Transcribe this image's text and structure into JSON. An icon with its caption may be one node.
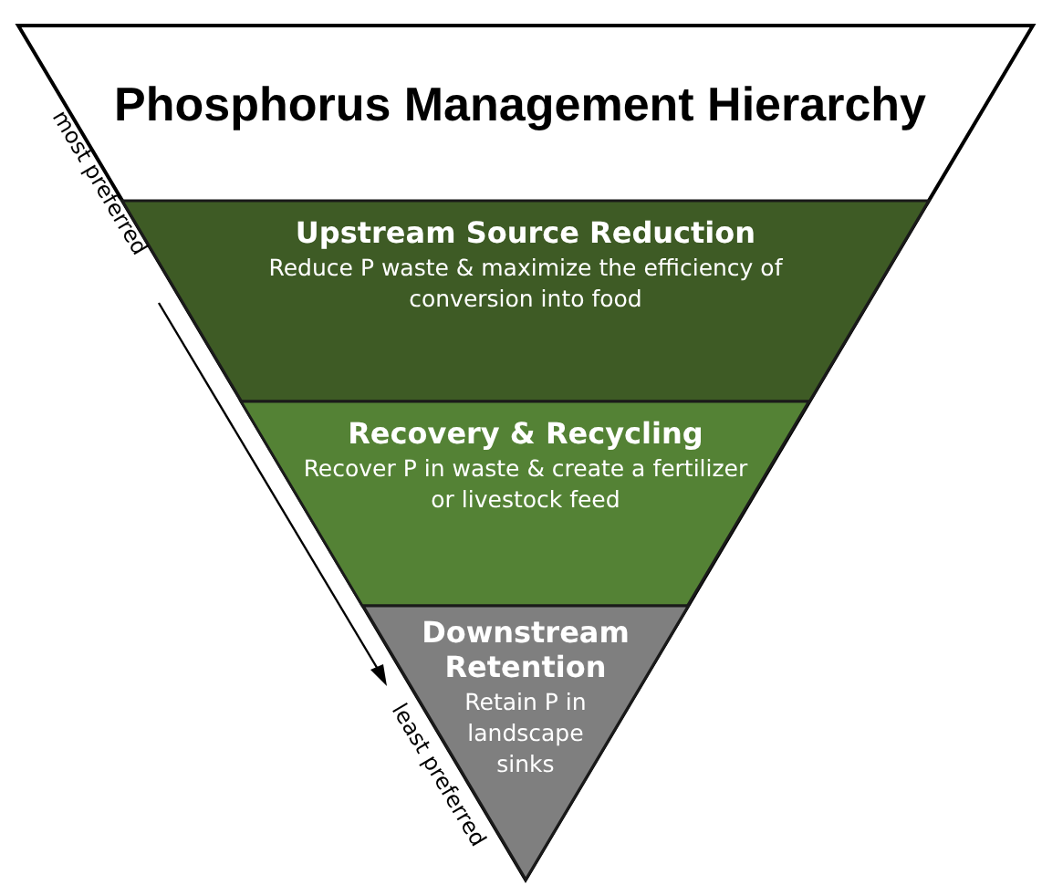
{
  "diagram": {
    "title": "Phosphorus Management Hierarchy",
    "nodes": [
      {
        "text": [
          "Upstream Source Reduction",
          "Reduce P waste & maximize the efficiency of conversion into food"
        ]
      },
      {
        "text": [
          "Recovery & Recycling",
          "Recover P in waste & create a fertilizer or livestock feed"
        ]
      },
      {
        "text": [
          "Downstream Retention",
          "Retain P in landscape sinks"
        ]
      }
    ],
    "labels": [
      "most preferred",
      "least preferred"
    ]
  }
}
